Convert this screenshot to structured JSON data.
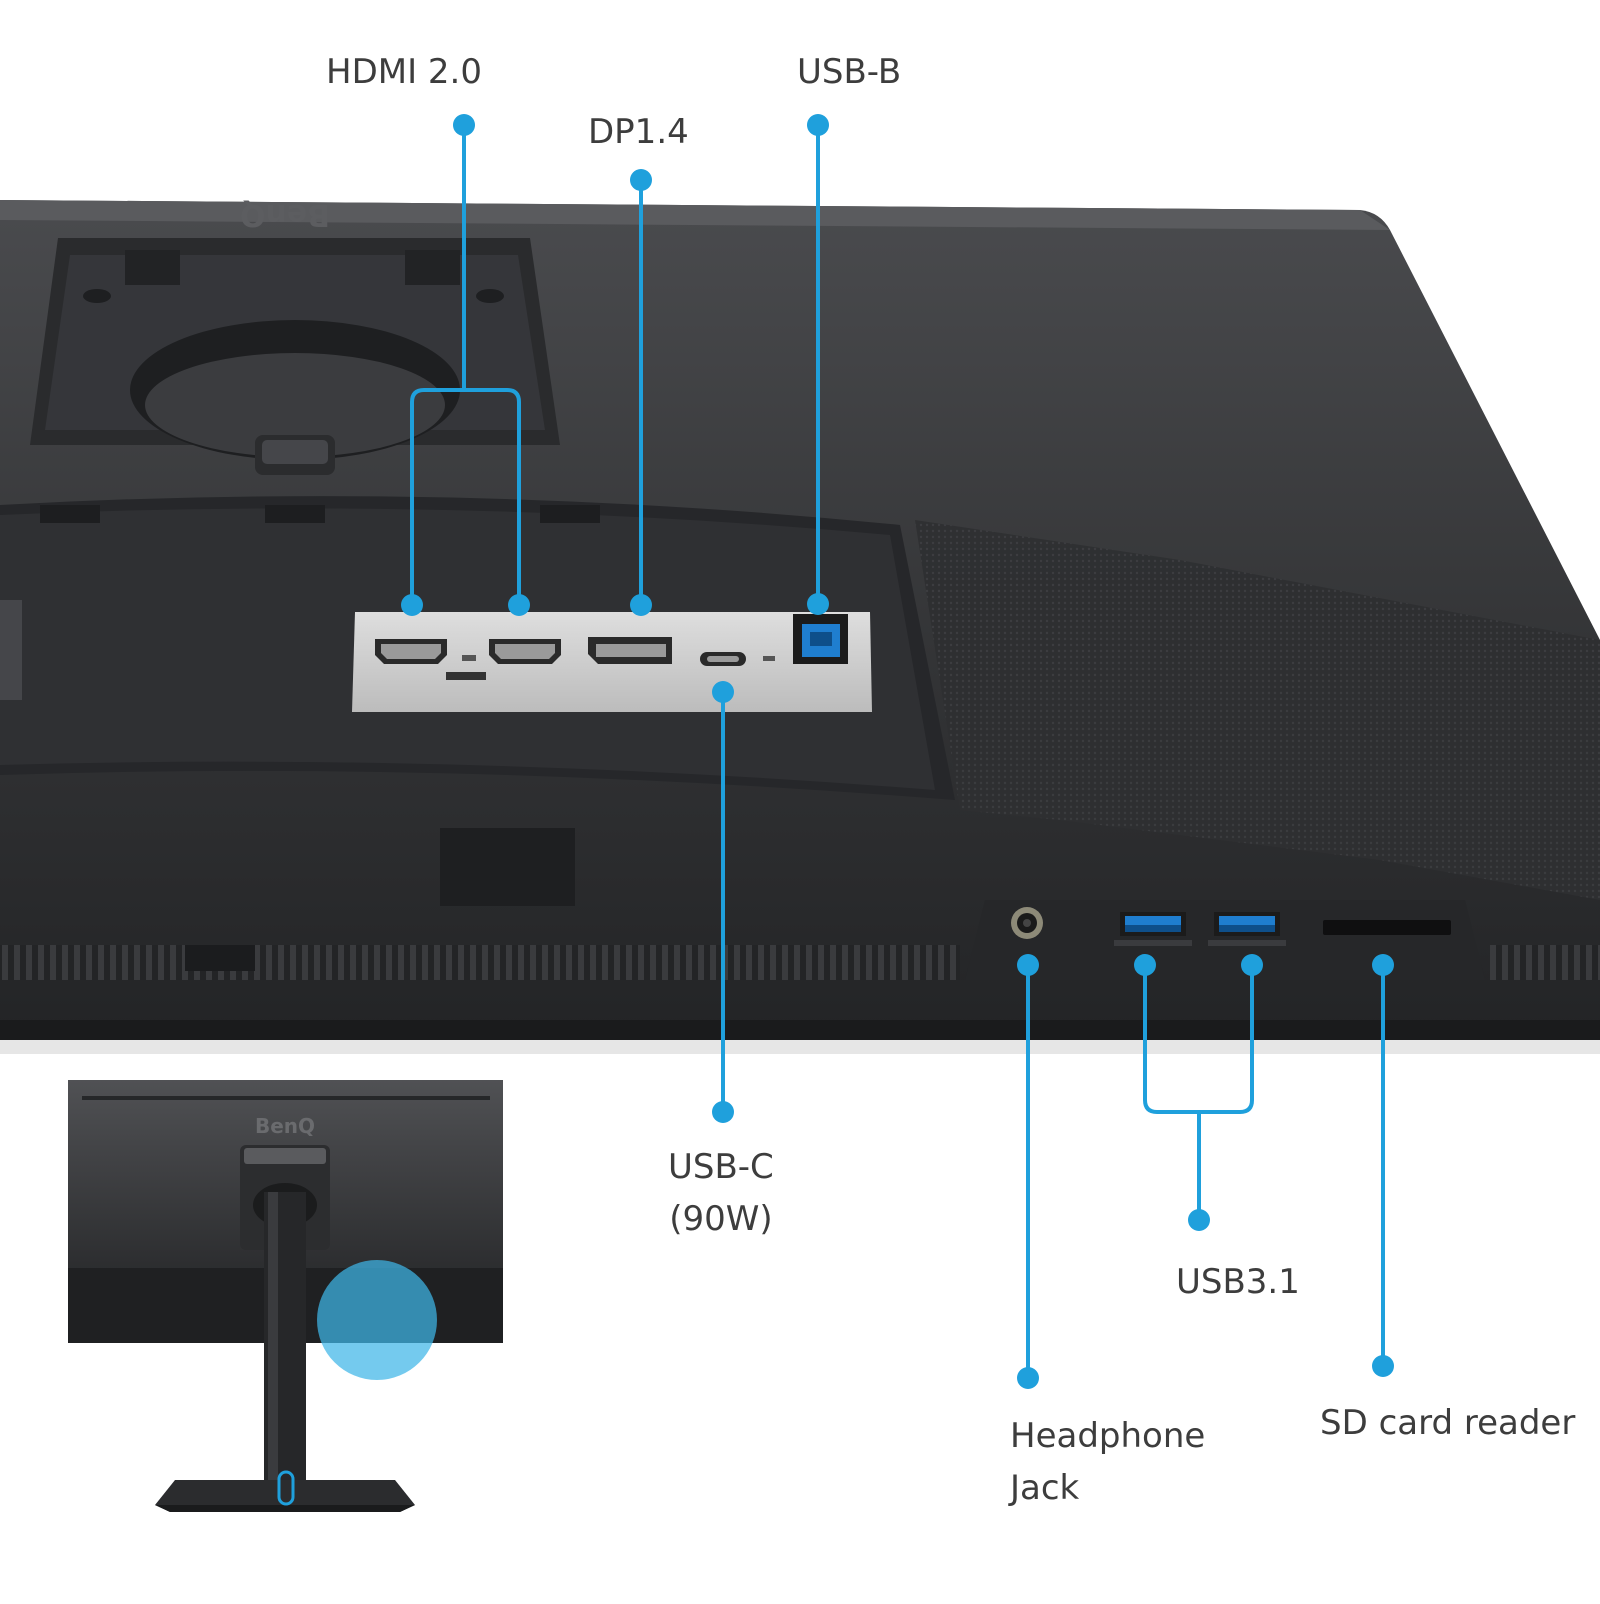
{
  "brand": {
    "main_logo_text": "BenQ",
    "thumbnail_logo_text": "BenQ"
  },
  "colors": {
    "callout": "#1fa0dc",
    "callout_highlight": "#3fb5e8",
    "monitor_dark": "#2b2c2e",
    "monitor_mid": "#3a3b3d",
    "port_panel": "#cfcfcf",
    "label_text": "#3d3d3d",
    "background": "#ffffff"
  },
  "callouts": {
    "hdmi": "HDMI 2.0",
    "dp": "DP1.4",
    "usb_b": "USB-B",
    "usb_c_line1": "USB-C",
    "usb_c_line2": "(90W)",
    "usb31": "USB3.1",
    "headphone_line1": "Headphone",
    "headphone_line2": "Jack",
    "sd_card": "SD card reader"
  },
  "icons": {
    "hdmi_port": "hdmi-port-icon",
    "dp_port": "displayport-icon",
    "usb_c_port": "usb-c-port-icon",
    "usb_b_port": "usb-b-port-icon",
    "usb_a_port": "usb-a-port-icon",
    "audio_jack": "audio-jack-icon",
    "sd_slot": "sd-card-slot-icon"
  }
}
